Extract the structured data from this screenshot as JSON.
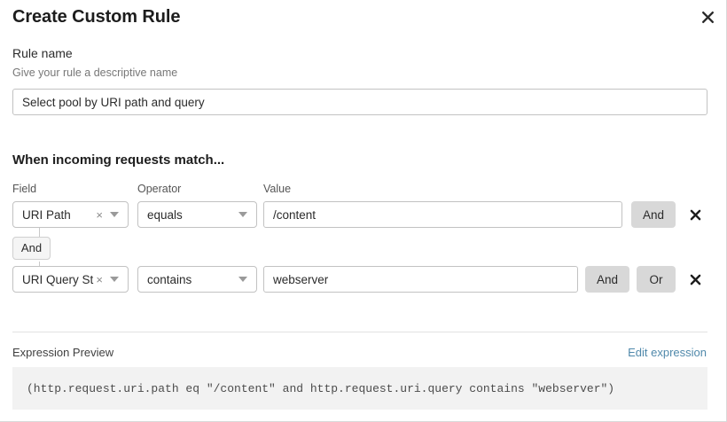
{
  "dialog": {
    "title": "Create Custom Rule",
    "close_icon": "close-icon"
  },
  "rule_name": {
    "label": "Rule name",
    "help": "Give your rule a descriptive name",
    "value": "Select pool by URI path and query",
    "placeholder": "Rule name"
  },
  "match_section": {
    "heading": "When incoming requests match...",
    "columns": {
      "field": "Field",
      "operator": "Operator",
      "value": "Value"
    },
    "connector": {
      "label": "And"
    },
    "rows": [
      {
        "field": "URI Path",
        "field_clear_icon": "clear-icon",
        "field_caret_icon": "chevron-down-icon",
        "operator": "equals",
        "operator_caret_icon": "chevron-down-icon",
        "value": "/content",
        "value_placeholder": "Value",
        "and_label": "And",
        "remove_icon": "remove-icon"
      },
      {
        "field": "URI Query St…",
        "field_clear_icon": "clear-icon",
        "field_caret_icon": "chevron-down-icon",
        "operator": "contains",
        "operator_caret_icon": "chevron-down-icon",
        "value": "webserver",
        "value_placeholder": "Value",
        "and_label": "And",
        "or_label": "Or",
        "remove_icon": "remove-icon"
      }
    ]
  },
  "expression_preview": {
    "label": "Expression Preview",
    "edit_link": "Edit expression",
    "expression": "(http.request.uri.path eq \"/content\" and http.request.uri.query contains \"webserver\")"
  },
  "colors": {
    "link": "#5089ab",
    "logic_button_bg": "#d8d8d8",
    "preview_bg": "#f2f2f2",
    "border": "#c2c2c2"
  }
}
